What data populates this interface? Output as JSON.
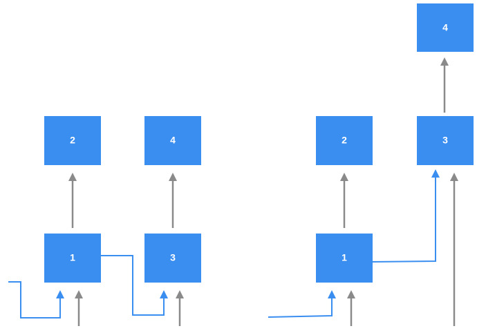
{
  "colors": {
    "node": "#3a8ef0",
    "node_text": "#ffffff",
    "edge_gray": "#8a8a8a",
    "edge_blue": "#3a8ef0"
  },
  "left_diagram": {
    "nodes": {
      "n1": "1",
      "n2": "2",
      "n3": "3",
      "n4": "4"
    }
  },
  "right_diagram": {
    "nodes": {
      "n1": "1",
      "n2": "2",
      "n3": "3",
      "n4": "4"
    }
  }
}
